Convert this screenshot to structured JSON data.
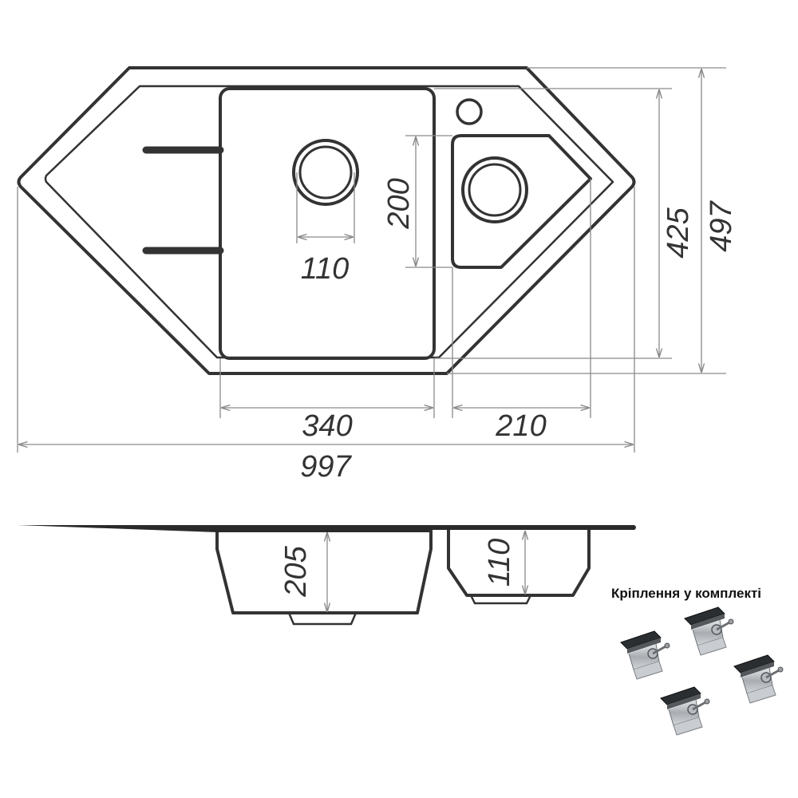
{
  "top_view": {
    "dimensions": {
      "overall_width": "997",
      "overall_depth": "497",
      "bowl_depth": "425",
      "main_bowl_width": "340",
      "small_bowl_width": "210",
      "drain_diameter": "110",
      "small_bowl_height": "200"
    }
  },
  "side_view": {
    "dimensions": {
      "main_bowl_depth": "205",
      "small_bowl_depth": "110"
    }
  },
  "accessories": {
    "caption": "Кріплення у комплекті",
    "clip_count": 4
  }
}
